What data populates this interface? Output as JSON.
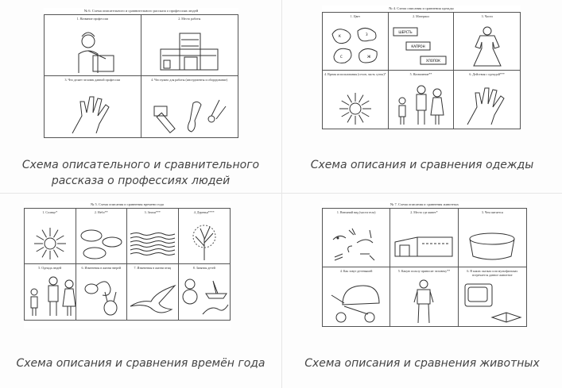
{
  "cards": [
    {
      "title": "№ 6. Схема описательного и сравнительного рассказа о профессиях людей",
      "caption": "Схема описательного и сравнительного рассказа о профессиях людей",
      "cols": 2,
      "cells": [
        {
          "label": "1. Название профессии",
          "icon": "cook-icon"
        },
        {
          "label": "2. Место работы",
          "icon": "building-icon"
        },
        {
          "label": "3. Что делает человек данной профессии",
          "icon": "hand-icon"
        },
        {
          "label": "4. Что нужно для работы (инструменты и оборудование)",
          "icon": "tools-icon"
        }
      ]
    },
    {
      "title": "№ 4. Схема описания и сравнения одежды",
      "caption": "Схема описания и сравнения одежды",
      "cols": 3,
      "cells": [
        {
          "label": "1. Цвет",
          "icon": "color-spots-icon",
          "marks": [
            "К",
            "З",
            "С",
            "Ж"
          ]
        },
        {
          "label": "2. Материал",
          "icon": "material-boxes-icon",
          "marks": [
            "ШЕРСТЬ",
            "КАПРОН",
            "ХЛОПОК"
          ]
        },
        {
          "label": "3. Части",
          "icon": "dress-icon"
        },
        {
          "label": "4. Время использования (сезон, часть суток)*",
          "icon": "sun-icon"
        },
        {
          "label": "5. Назначение**",
          "icon": "family-icon"
        },
        {
          "label": "6. Действия с одеждой***",
          "icon": "hand-icon"
        }
      ]
    },
    {
      "title": "№ 5. Схема описания и сравнения времени года",
      "caption": "Схема описания и сравнения времён года",
      "cols": 4,
      "cells": [
        {
          "label": "1. Солнце*",
          "icon": "sun-icon"
        },
        {
          "label": "2. Небо**",
          "icon": "clouds-icon"
        },
        {
          "label": "3. Земля***",
          "icon": "ground-icon"
        },
        {
          "label": "4. Деревья****",
          "icon": "tree-icon"
        },
        {
          "label": "5. Одежда людей",
          "icon": "family-icon"
        },
        {
          "label": "6. Изменения в жизни зверей",
          "icon": "squirrel-icon"
        },
        {
          "label": "7. Изменения в жизни птиц",
          "icon": "bird-icon"
        },
        {
          "label": "8. Занятия детей",
          "icon": "snowman-icon"
        }
      ]
    },
    {
      "title": "№ 7. Схема описания и сравнения животных",
      "caption": "Схема описания и сравнения животных",
      "cols": 3,
      "cells": [
        {
          "label": "1. Внешний вид (части тела)",
          "icon": "rabbit-parts-icon"
        },
        {
          "label": "2. Место где живет*",
          "icon": "barn-icon"
        },
        {
          "label": "3. Чем питается",
          "icon": "bowl-icon"
        },
        {
          "label": "4. Как зовут детенышей",
          "icon": "stroller-icon"
        },
        {
          "label": "5. Какую пользу приносит человеку**",
          "icon": "man-icon"
        },
        {
          "label": "6. В каких сказках или мультфильмах встречается данное животное",
          "icon": "tv-book-icon"
        }
      ]
    }
  ]
}
